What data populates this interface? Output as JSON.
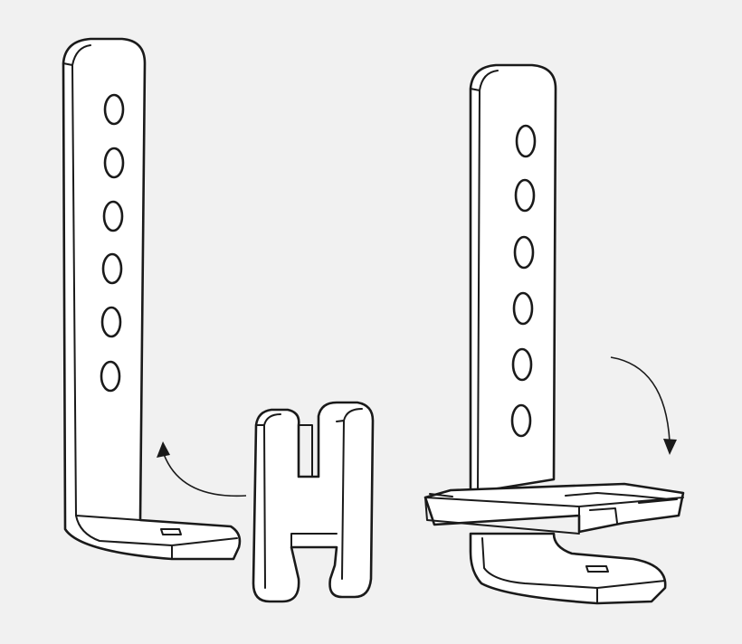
{
  "colors": {
    "background": "#f1f1f1",
    "line": "#1a1a1a",
    "fill": "#ffffff"
  },
  "parts": {
    "left_bracket": {
      "hole_count": 6
    },
    "clip": {},
    "right_bracket": {
      "hole_count": 6
    }
  },
  "arrows": [
    {
      "from": "clip",
      "to": "left_bracket",
      "direction": "up"
    },
    {
      "from": "right_bracket",
      "direction": "down"
    }
  ]
}
